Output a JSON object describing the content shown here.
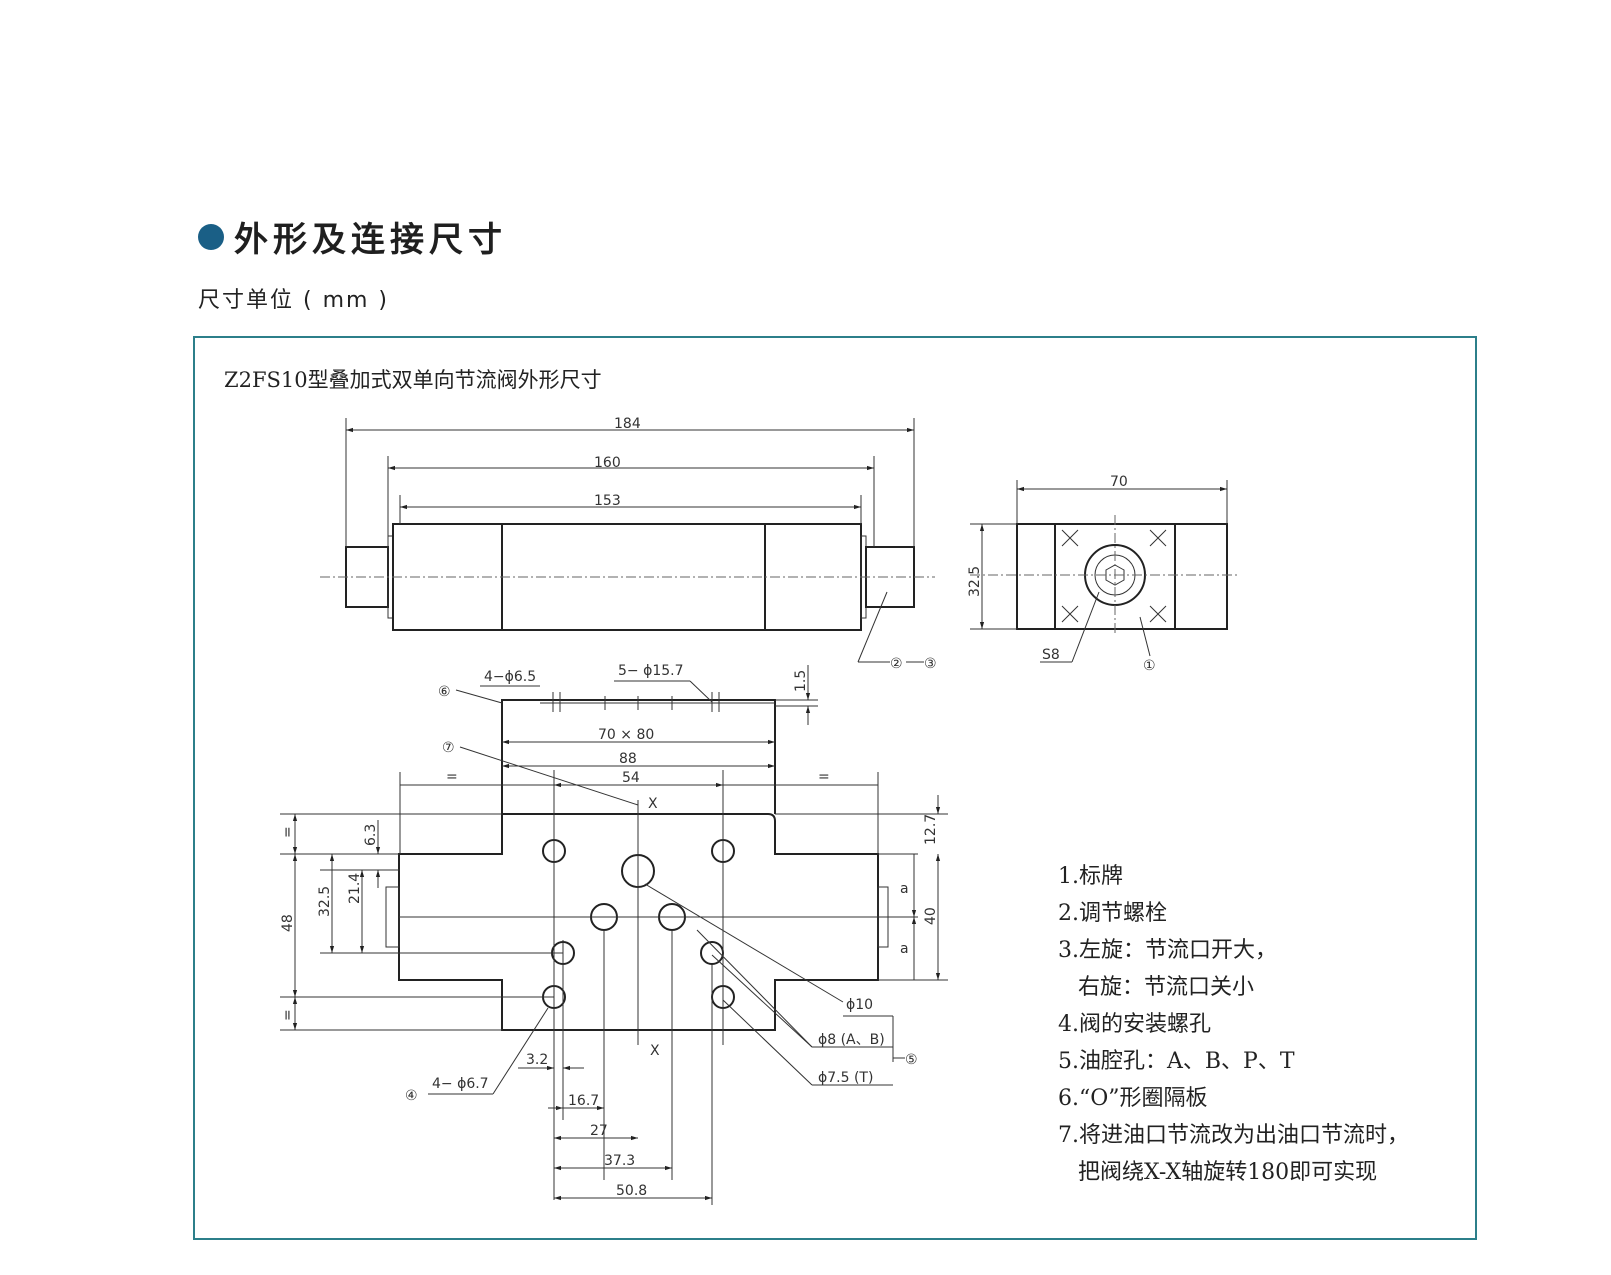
{
  "header": {
    "title": "外形及连接尺寸",
    "units": "尺寸单位 ( mm )"
  },
  "figure": {
    "caption": "Z2FS10型叠加式双单向节流阀外形尺寸",
    "dims": {
      "d184": "184",
      "d160": "160",
      "d153": "153",
      "d70": "70",
      "d32_5_side": "32.5",
      "s8": "S8",
      "c1": "①",
      "c2": "②",
      "c3": "③",
      "c4": "④",
      "c5": "⑤",
      "c6": "⑥",
      "c7": "⑦",
      "holes_6_5": "4−ϕ6.5",
      "holes_15_7": "5− ϕ15.7",
      "d1_5": "1.5",
      "d70x80": "70 × 80",
      "d88": "88",
      "d54": "54",
      "eq": "=",
      "x_label": "X",
      "d12_7": "12.7",
      "d40": "40",
      "a": "a",
      "d6_3": "6.3",
      "d21_4": "21.4",
      "d32_5": "32.5",
      "d48": "48",
      "d10": "ϕ10",
      "d8ab": "ϕ8 (A、B)",
      "d7_5t": "ϕ7.5 (T)",
      "holes_6_7": "4− ϕ6.7",
      "d3_2": "3.2",
      "d16_7": "16.7",
      "d27": "27",
      "d37_3": "37.3",
      "d50_8": "50.8"
    }
  },
  "notes": [
    "1.标牌",
    "2.调节螺栓",
    "3.左旋：节流口开大，",
    "右旋：节流口关小",
    "4.阀的安装螺孔",
    "5.油腔孔：A、B、P、T",
    "6.“O”形圈隔板",
    "7.将进油口节流改为出油口节流时，",
    "把阀绕X-X轴旋转180即可实现"
  ]
}
